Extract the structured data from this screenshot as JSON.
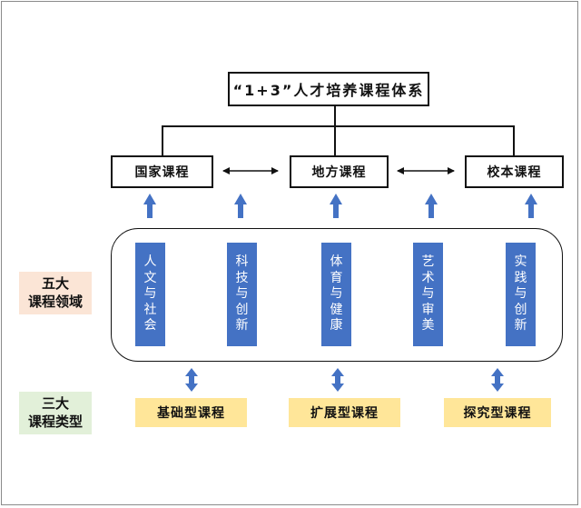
{
  "title": "“1+3”人才培养课程体系",
  "levels": [
    "国家课程",
    "地方课程",
    "校本课程"
  ],
  "domains": [
    [
      "人",
      "文",
      "与",
      "社",
      "会"
    ],
    [
      "科",
      "技",
      "与",
      "创",
      "新"
    ],
    [
      "体",
      "育",
      "与",
      "健",
      "康"
    ],
    [
      "艺",
      "术",
      "与",
      "审",
      "美"
    ],
    [
      "实",
      "践",
      "与",
      "创",
      "新"
    ]
  ],
  "side_labels": {
    "five_line1": "五大",
    "five_line2": "课程领域",
    "three_line1": "三大",
    "three_line2": "课程类型"
  },
  "course_types": [
    "基础型课程",
    "扩展型课程",
    "探究型课程"
  ],
  "colors": {
    "domain_fill": "#4472c4",
    "arrow": "#4472c4",
    "five_bg": "#fbe5d6",
    "three_bg": "#e2f0d9",
    "type_bg": "#ffe699"
  }
}
